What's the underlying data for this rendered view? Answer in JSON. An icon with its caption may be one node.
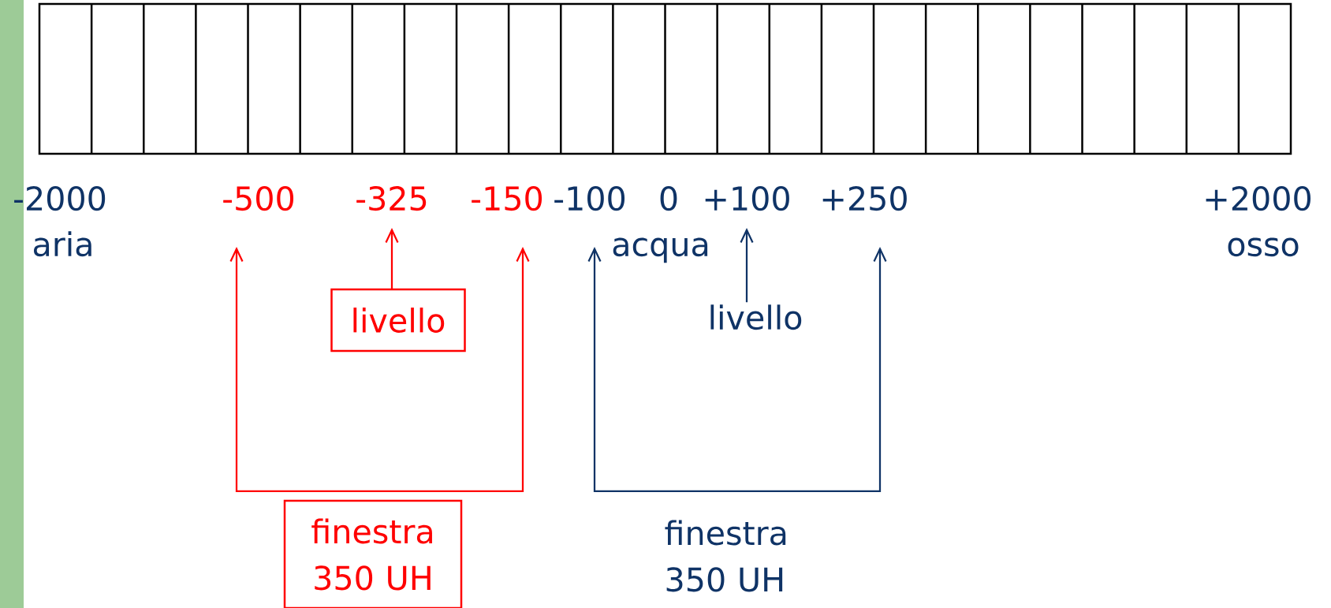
{
  "diagram": {
    "nodes": [
      {
        "text": [
          "-500"
        ]
      },
      {
        "text": [
          "-325"
        ]
      },
      {
        "text": [
          "-150"
        ]
      },
      {
        "text": [
          "-100"
        ]
      },
      {
        "text": [
          "+100"
        ]
      },
      {
        "text": [
          "+250"
        ]
      },
      {
        "text": [
          "livello"
        ]
      },
      {
        "text": [
          "livello"
        ]
      },
      {
        "text": [
          "finestra 350 UH"
        ]
      }
    ],
    "edges": [
      {
        "from": 6,
        "to": 1,
        "arrow": "to",
        "color": "#ff0000"
      },
      {
        "from": 0,
        "to": 2,
        "arrow": "both",
        "color": "#ff0000"
      },
      {
        "from": 7,
        "to": 4,
        "arrow": "to",
        "color": "#0f3366"
      },
      {
        "from": 3,
        "to": 5,
        "arrow": "both",
        "color": "#0f3366"
      }
    ],
    "labels": [
      "-2000",
      "0",
      "+2000",
      "aria",
      "acqua",
      "osso",
      "finestra 350 UH"
    ]
  }
}
